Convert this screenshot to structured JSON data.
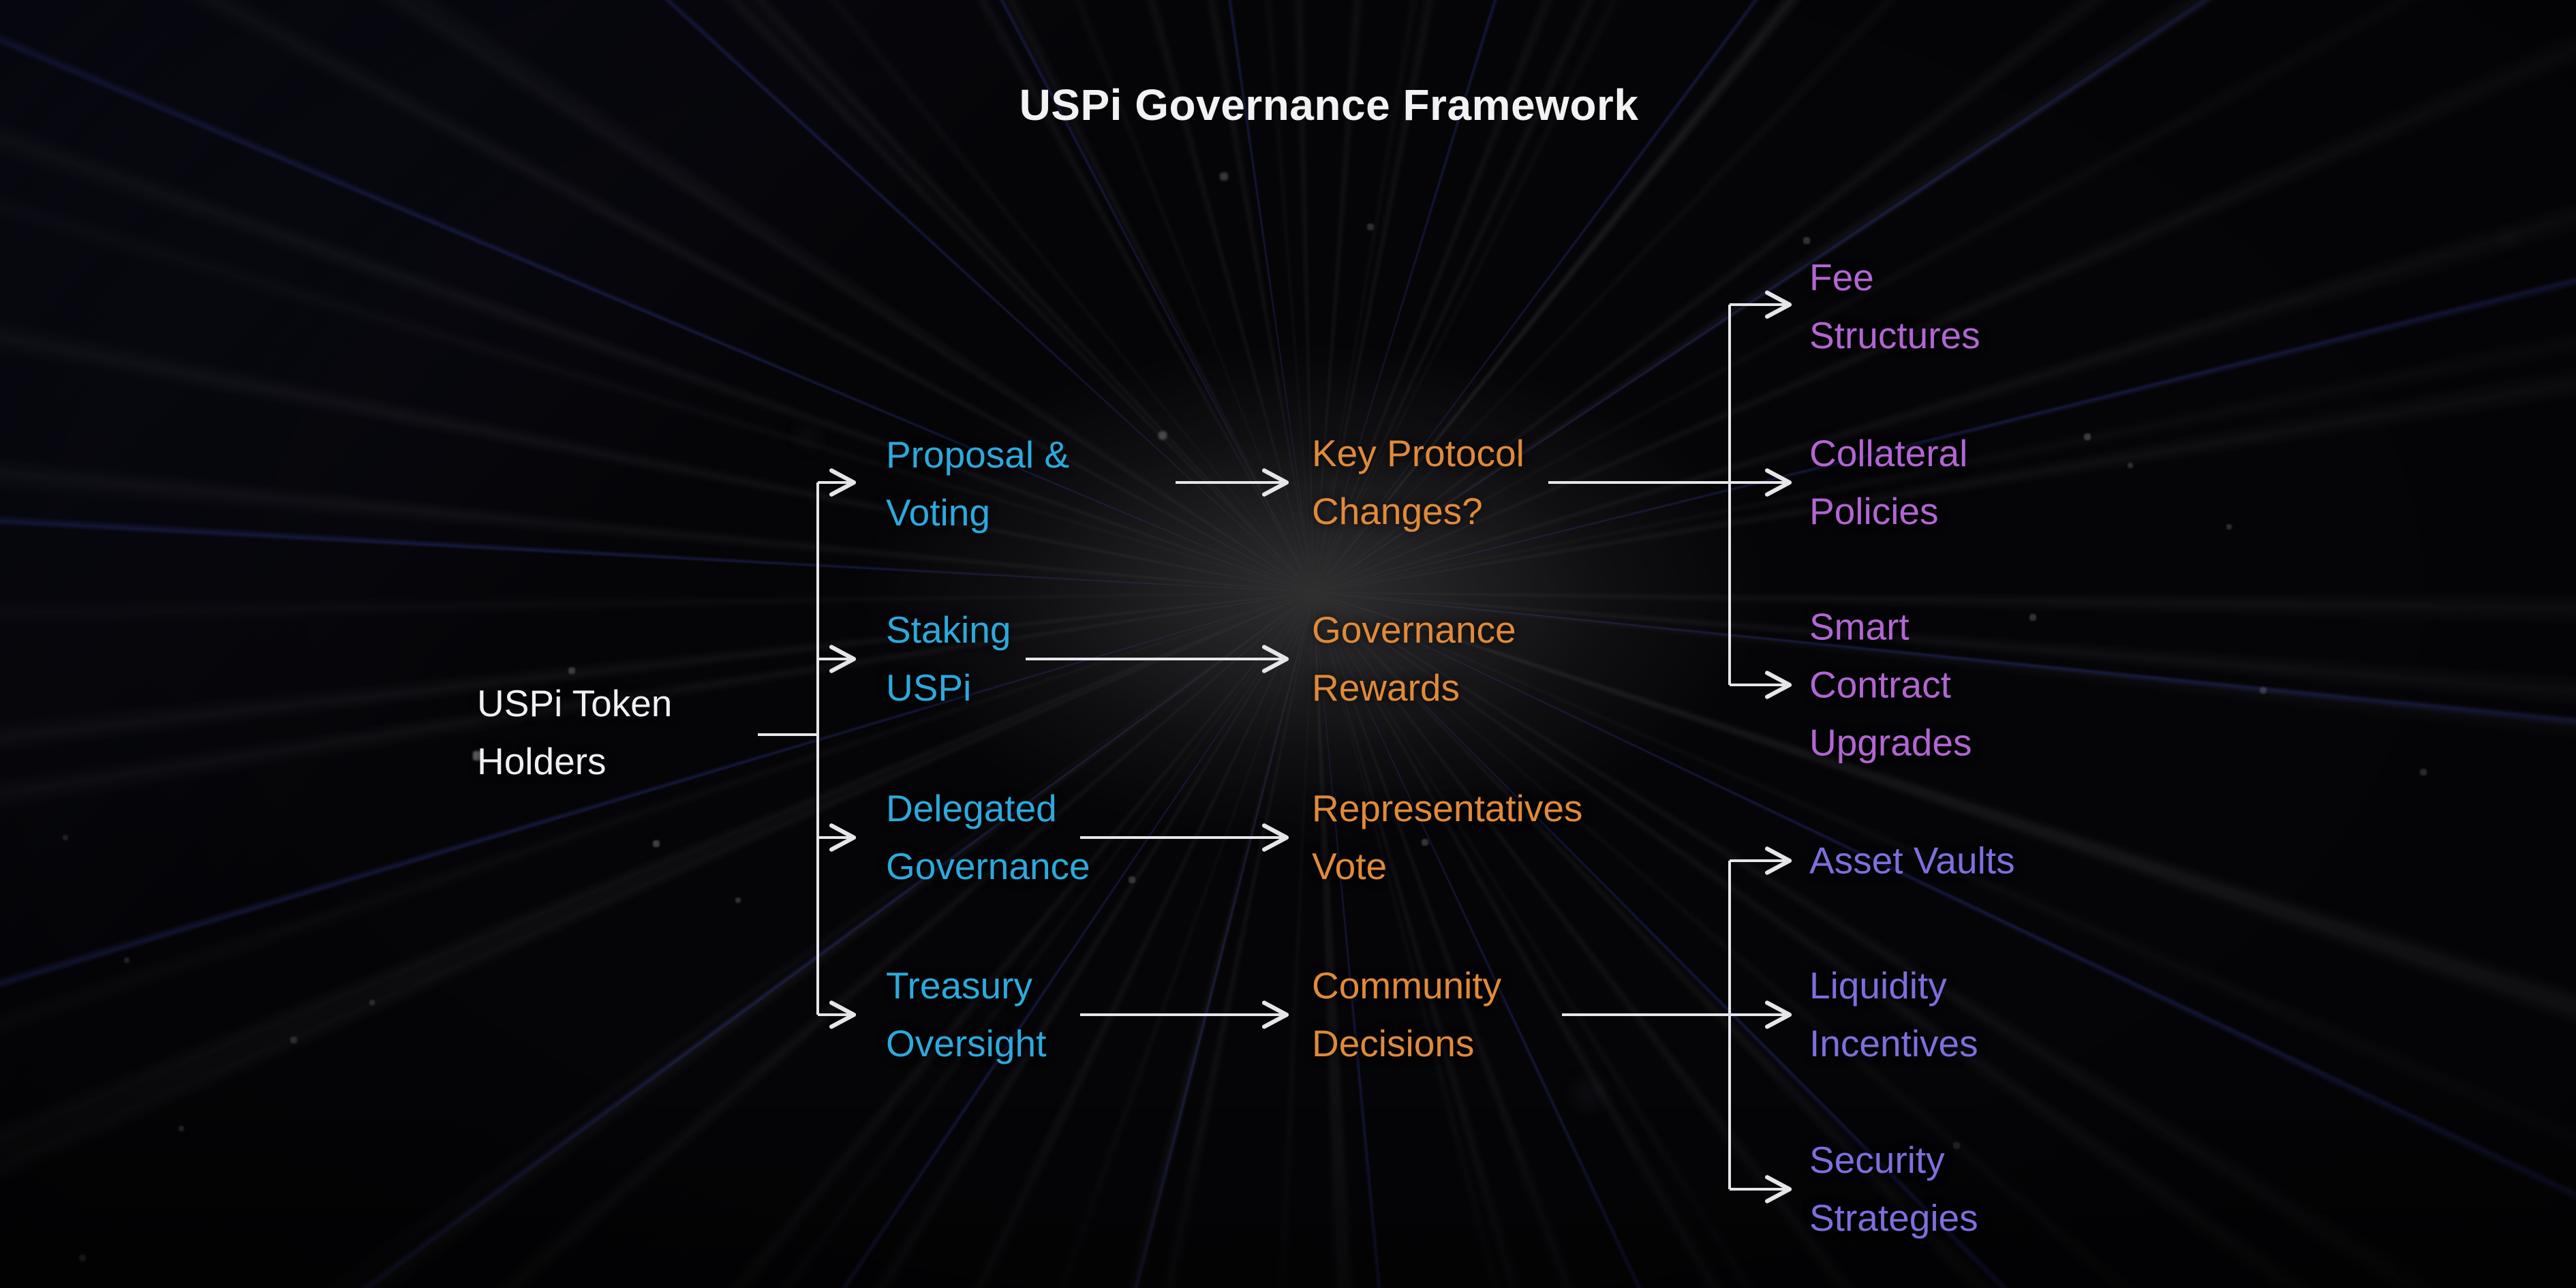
{
  "title": "USPi Governance Framework",
  "colors": {
    "background": "#050508",
    "title_text": "#f2f2f3",
    "root_text": "#f0f0f2",
    "level1_text": "#2da9dc",
    "level2_text": "#e08a3a",
    "protocol_branch_text": "#b266d2",
    "treasury_branch_text": "#7c6fdc",
    "connector": "#e6e6ea"
  },
  "nodes": {
    "uspi_token_holders": {
      "lines": [
        "USPi Token",
        "Holders"
      ]
    },
    "proposal_voting": {
      "lines": [
        "Proposal &",
        "Voting"
      ]
    },
    "staking_uspi": {
      "lines": [
        "Staking",
        "USPi"
      ]
    },
    "delegated_governance": {
      "lines": [
        "Delegated",
        "Governance"
      ]
    },
    "treasury_oversight": {
      "lines": [
        "Treasury",
        "Oversight"
      ]
    },
    "key_protocol_changes": {
      "lines": [
        "Key Protocol",
        "Changes?"
      ]
    },
    "governance_rewards": {
      "lines": [
        "Governance",
        "Rewards"
      ]
    },
    "representatives_vote": {
      "lines": [
        "Representatives",
        "Vote"
      ]
    },
    "community_decisions": {
      "lines": [
        "Community",
        "Decisions"
      ]
    },
    "fee_structures": {
      "lines": [
        "Fee",
        "Structures"
      ]
    },
    "collateral_policies": {
      "lines": [
        "Collateral",
        "Policies"
      ]
    },
    "smart_contract_upgrades": {
      "lines": [
        "Smart",
        "Contract",
        "Upgrades"
      ]
    },
    "asset_vaults": {
      "lines": [
        "Asset Vaults"
      ]
    },
    "liquidity_incentives": {
      "lines": [
        "Liquidity",
        "Incentives"
      ]
    },
    "security_strategies": {
      "lines": [
        "Security",
        "Strategies"
      ]
    }
  },
  "edges": [
    {
      "from": "uspi_token_holders",
      "to": "proposal_voting"
    },
    {
      "from": "uspi_token_holders",
      "to": "staking_uspi"
    },
    {
      "from": "uspi_token_holders",
      "to": "delegated_governance"
    },
    {
      "from": "uspi_token_holders",
      "to": "treasury_oversight"
    },
    {
      "from": "proposal_voting",
      "to": "key_protocol_changes"
    },
    {
      "from": "staking_uspi",
      "to": "governance_rewards"
    },
    {
      "from": "delegated_governance",
      "to": "representatives_vote"
    },
    {
      "from": "treasury_oversight",
      "to": "community_decisions"
    },
    {
      "from": "key_protocol_changes",
      "to": "fee_structures"
    },
    {
      "from": "key_protocol_changes",
      "to": "collateral_policies"
    },
    {
      "from": "key_protocol_changes",
      "to": "smart_contract_upgrades"
    },
    {
      "from": "community_decisions",
      "to": "asset_vaults"
    },
    {
      "from": "community_decisions",
      "to": "liquidity_incentives"
    },
    {
      "from": "community_decisions",
      "to": "security_strategies"
    }
  ]
}
